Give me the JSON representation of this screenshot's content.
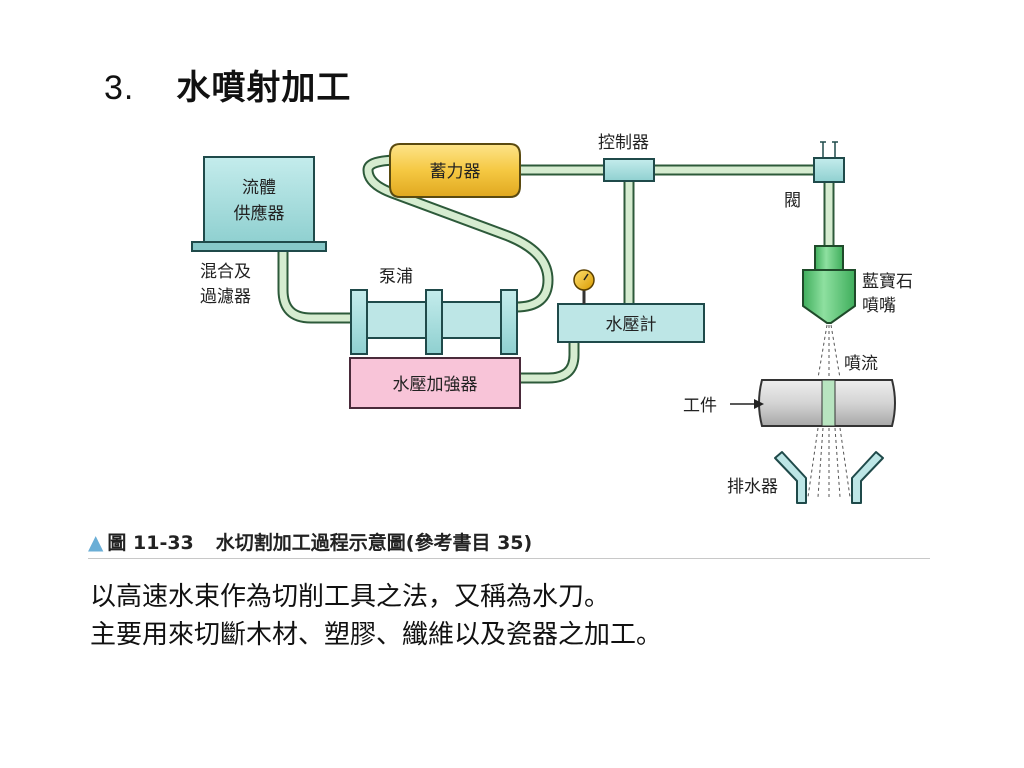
{
  "title": {
    "number": "3.",
    "text": "水噴射加工"
  },
  "diagram": {
    "fluid_supply": [
      "流體",
      "供應器"
    ],
    "mix_filter": [
      "混合及",
      "過濾器"
    ],
    "pump": "泵浦",
    "accumulator": "蓄力器",
    "controller": "控制器",
    "valve": "閥",
    "pressure_gauge": "水壓計",
    "intensifier": "水壓加強器",
    "sapphire_nozzle": [
      "藍寶石",
      "噴嘴"
    ],
    "jet_stream": "噴流",
    "workpiece": "工件",
    "drain": "排水器"
  },
  "caption": {
    "figure_no": "圖 11-33",
    "text": "水切割加工過程示意圖(參考書目 35)"
  },
  "body": [
    "以高速水束作為切削工具之法，又稱為水刀。",
    "主要用來切斷木材、塑膠、纖維以及瓷器之加工。"
  ],
  "colors": {
    "teal_box": "#a8dede",
    "pipe_fill": "#d6ecd0",
    "pipe_outline": "#2d5a3a",
    "accumulator": "#f5c842",
    "intensifier": "#f8c4d8",
    "nozzle": "#5cc878",
    "gauge": "#f0b800",
    "workpiece": "#cfcfcf",
    "caption_triangle": "#6aaed6"
  }
}
